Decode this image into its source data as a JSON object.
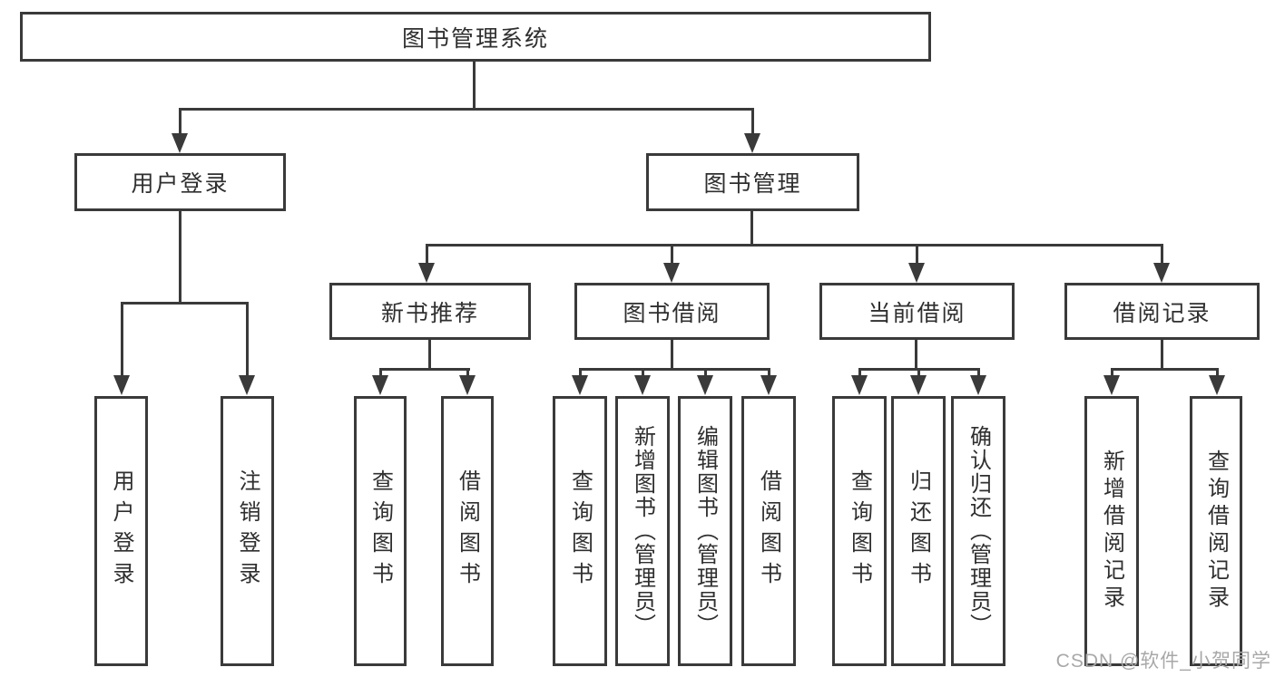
{
  "diagram": {
    "root": "图书管理系统",
    "level2": {
      "user_login": "用户登录",
      "book_management": "图书管理"
    },
    "level3": {
      "new_book_recommend": "新书推荐",
      "book_borrowing": "图书借阅",
      "current_borrowing": "当前借阅",
      "borrowing_records": "借阅记录"
    },
    "leaves": {
      "user_login": "用户登录",
      "logout_login": "注销登录",
      "rec_query_books": "查询图书",
      "rec_borrow_books": "借阅图书",
      "bor_query_books": "查询图书",
      "bor_add_books": "新增图书（管理员）",
      "bor_edit_books": "编辑图书（管理员）",
      "bor_borrow_books": "借阅图书",
      "cur_query_books": "查询图书",
      "cur_return_books": "归还图书",
      "cur_confirm_return": "确认归还（管理员）",
      "recd_add_record": "新增借阅记录",
      "recd_query_record": "查询借阅记录"
    },
    "watermark": "CSDN @软件_小贺同学",
    "colors": {
      "line": "#3a3a3a",
      "text": "#2f2f2f",
      "watermark": "#a8a8a8",
      "background": "#ffffff"
    }
  }
}
